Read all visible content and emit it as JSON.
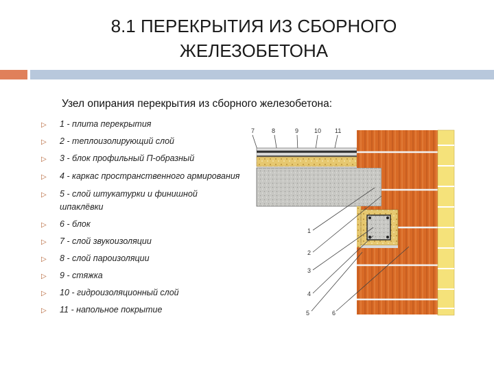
{
  "title": {
    "line1": "8.1 ПЕРЕКРЫТИЯ ИЗ СБОРНОГО",
    "line2": "ЖЕЛЕЗОБЕТОНА"
  },
  "subtitle": "Узел опирания перекрытия из сборного железобетона:",
  "colors": {
    "accent_orange": "#e0805a",
    "accent_blue": "#b8c8dc",
    "brick": "#d86a26",
    "facing": "#f5e27a"
  },
  "bullet_icon": "triangle-outline-icon",
  "items": [
    "1 - плита перекрытия",
    "2 - теплоизолирующий слой",
    "3 - блок профильный П-образный",
    "4 - каркас пространственного армирования",
    "5 - слой штукатурки и финишной шпаклёвки",
    "6 - блок",
    "7 - слой звукоизоляции",
    "8 - слой пароизоляции",
    "9 - стяжка",
    "10 - гидроизоляционный слой",
    "11 - напольное покрытие"
  ],
  "diagram_labels": {
    "top": [
      "7",
      "8",
      "9",
      "10",
      "11"
    ],
    "right": [
      "1",
      "2",
      "3",
      "4",
      "5",
      "6"
    ]
  }
}
